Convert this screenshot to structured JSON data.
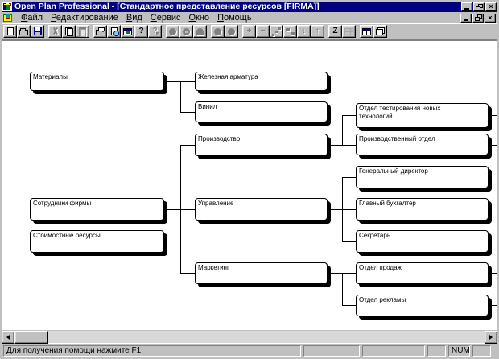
{
  "window": {
    "title": "Open Plan Professional - [Стандартное представление ресурсов [FIRMA]]",
    "close_glyph": "×"
  },
  "menu": {
    "items": [
      {
        "label": "Файл"
      },
      {
        "label": "Редактирование"
      },
      {
        "label": "Вид"
      },
      {
        "label": "Сервис"
      },
      {
        "label": "Окно"
      },
      {
        "label": "Помощь"
      }
    ]
  },
  "toolbar": {
    "buttons": [
      {
        "name": "new",
        "enabled": true
      },
      {
        "name": "open",
        "enabled": true
      },
      {
        "name": "save",
        "enabled": true
      },
      {
        "name": "cut",
        "enabled": false
      },
      {
        "name": "copy",
        "enabled": true
      },
      {
        "name": "paste",
        "enabled": false
      },
      {
        "name": "print",
        "enabled": true
      },
      {
        "name": "print-preview",
        "enabled": true
      },
      {
        "name": "insert-window",
        "enabled": true
      },
      {
        "name": "help",
        "enabled": true,
        "glyph": "?"
      },
      {
        "name": "context-help",
        "enabled": false,
        "glyph": "?"
      },
      {
        "name": "resource-circle",
        "enabled": false
      },
      {
        "name": "resource-circle-note",
        "enabled": false
      },
      {
        "name": "resource-arch",
        "enabled": false
      },
      {
        "name": "shape-circle-a",
        "enabled": false
      },
      {
        "name": "shape-circle-b",
        "enabled": false
      },
      {
        "name": "add",
        "enabled": false,
        "glyph": "+"
      },
      {
        "name": "remove",
        "enabled": false,
        "glyph": "−"
      },
      {
        "name": "link-nodes",
        "enabled": false
      },
      {
        "name": "step-layout",
        "enabled": false
      },
      {
        "name": "move-down",
        "enabled": false,
        "glyph": "↓"
      },
      {
        "name": "move-up",
        "enabled": false,
        "glyph": "↑"
      },
      {
        "name": "zoom",
        "enabled": true,
        "glyph": "Z"
      },
      {
        "name": "network-view",
        "enabled": false
      },
      {
        "name": "tile-windows",
        "enabled": true
      },
      {
        "name": "cascade-windows",
        "enabled": true
      }
    ]
  },
  "tree": {
    "roots": [
      {
        "label": "Материалы",
        "children": [
          {
            "label": "Железная арматура"
          },
          {
            "label": "Винил"
          }
        ]
      },
      {
        "label": "Сотрудники фирмы",
        "children": [
          {
            "label": "Производство",
            "children": [
              {
                "label": "Отдел тестирования новых\nтехнологий",
                "has_offscreen_children": true
              },
              {
                "label": "Производственный отдел",
                "has_offscreen_children": true
              }
            ]
          },
          {
            "label": "Управление",
            "children": [
              {
                "label": "Генеральный директор"
              },
              {
                "label": "Главный бухгалтер"
              },
              {
                "label": "Секретарь"
              }
            ]
          },
          {
            "label": "Маркетинг",
            "children": [
              {
                "label": "Отдел продаж",
                "has_offscreen_children": true
              },
              {
                "label": "Отдел рекламы",
                "has_offscreen_children": true
              }
            ]
          }
        ]
      },
      {
        "label": "Стоимостные ресурсы"
      }
    ]
  },
  "status": {
    "message": "Для получения помощи нажмите F1",
    "num_indicator": "NUM"
  },
  "colors": {
    "titlebar": "#000080",
    "face": "#c0c0c0",
    "canvas": "#ffffff",
    "node_border": "#000000",
    "node_shadow": "#000000"
  }
}
